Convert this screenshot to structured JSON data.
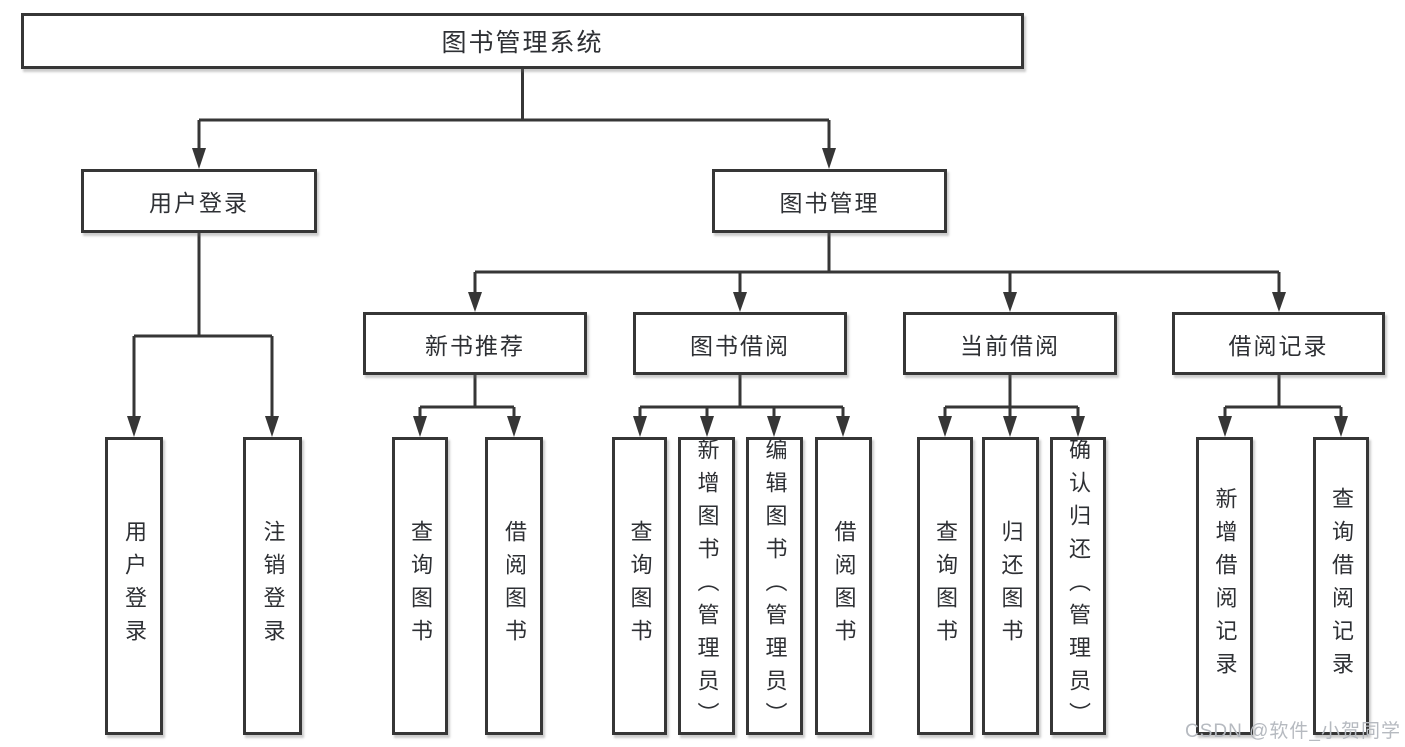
{
  "diagram": {
    "root": {
      "label": "图书管理系统",
      "children": [
        "用户登录",
        "图书管理"
      ]
    },
    "level2": [
      {
        "label": "用户登录",
        "parent": "图书管理系统"
      },
      {
        "label": "图书管理",
        "parent": "图书管理系统"
      }
    ],
    "level3": [
      {
        "label": "新书推荐",
        "parent": "图书管理"
      },
      {
        "label": "图书借阅",
        "parent": "图书管理"
      },
      {
        "label": "当前借阅",
        "parent": "图书管理"
      },
      {
        "label": "借阅记录",
        "parent": "图书管理"
      }
    ],
    "leaves": [
      {
        "label": "用户登录",
        "parent": "用户登录"
      },
      {
        "label": "注销登录",
        "parent": "用户登录"
      },
      {
        "label": "查询图书",
        "parent": "新书推荐"
      },
      {
        "label": "借阅图书",
        "parent": "新书推荐"
      },
      {
        "label": "查询图书",
        "parent": "图书借阅"
      },
      {
        "label": "新增图书（管理员）",
        "parent": "图书借阅"
      },
      {
        "label": "编辑图书（管理员）",
        "parent": "图书借阅"
      },
      {
        "label": "借阅图书",
        "parent": "图书借阅"
      },
      {
        "label": "查询图书",
        "parent": "当前借阅"
      },
      {
        "label": "归还图书",
        "parent": "当前借阅"
      },
      {
        "label": "确认归还（管理员）",
        "parent": "当前借阅"
      },
      {
        "label": "新增借阅记录",
        "parent": "借阅记录"
      },
      {
        "label": "查询借阅记录",
        "parent": "借阅记录"
      }
    ],
    "watermark": "CSDN @软件_小贺同学",
    "colors": {
      "line": "#363636",
      "box_border": "#363636",
      "text": "#2e3034",
      "watermark": "#b6bac0",
      "background": "#ffffff"
    }
  }
}
